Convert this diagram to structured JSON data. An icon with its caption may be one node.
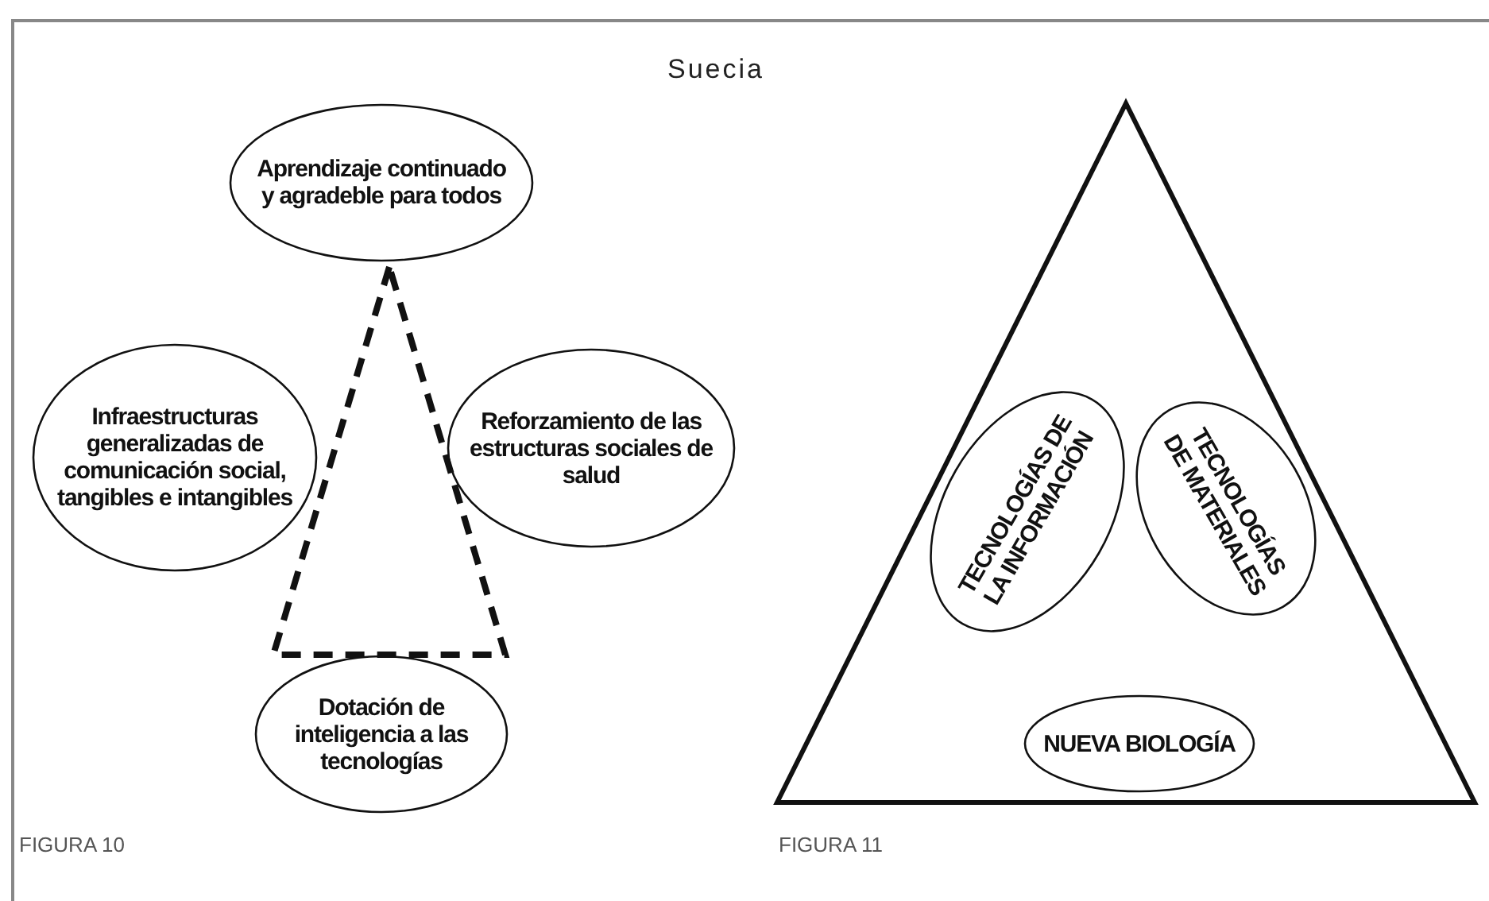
{
  "diagram": {
    "title": "Suecia",
    "nodes": [
      {
        "text": [
          "Aprendizaje continuado y agradeble para todos"
        ]
      },
      {
        "text": [
          "Infraestructuras generalizadas de comunicación social, tangibles e intangibles"
        ]
      },
      {
        "text": [],
        "shape": "triangle"
      },
      {
        "text": [
          "Reforzamiento de las estructuras sociales de salud"
        ]
      },
      {
        "text": [
          "Dotación de inteligencia a las tecnologías"
        ]
      },
      {
        "text": [],
        "shape": "triangle"
      },
      {
        "text": [
          "TECNOLOGÍAS DE LA INFORMACIÓN"
        ],
        "in": 5
      },
      {
        "text": [
          "TECNOLOGÍAS DE MATERIALES"
        ],
        "in": 5
      },
      {
        "text": [
          "NUEVA BIOLOGÍA"
        ],
        "in": 5
      }
    ],
    "labels": [
      "FIGURA 10",
      "FIGURA 11"
    ]
  }
}
